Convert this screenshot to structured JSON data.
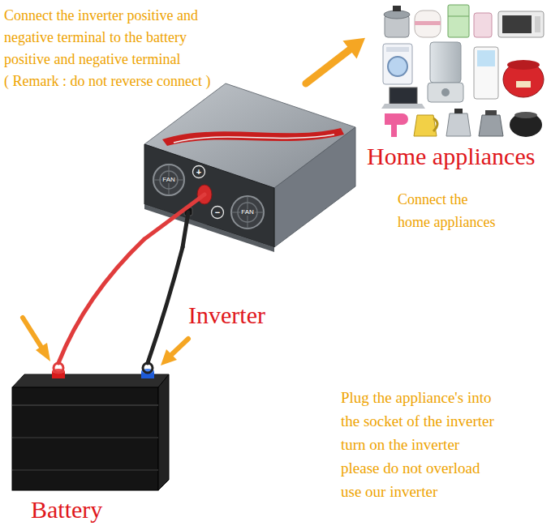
{
  "diagram": {
    "nodes": [
      {
        "text": [
          "Home appliances"
        ]
      },
      {
        "text": [
          "Inverter"
        ]
      },
      {
        "text": [
          "Battery"
        ]
      }
    ],
    "edges": [
      {
        "from": 1,
        "to": 0,
        "arrow": "to"
      },
      {
        "from": 1,
        "to": 2,
        "arrow": "none"
      },
      {
        "from": 1,
        "to": 2,
        "arrow": "none"
      }
    ],
    "labels": [
      "Connect the inverter positive and negative terminal to the battery positive and negative terminal",
      "( Remark : do not reverse connect )",
      "Connect the home appliances",
      "Plug the appliance's into the socket of the inverter turn on the inverter please do not overload use our inverter",
      "FAN",
      "FAN",
      "+",
      "−"
    ]
  }
}
